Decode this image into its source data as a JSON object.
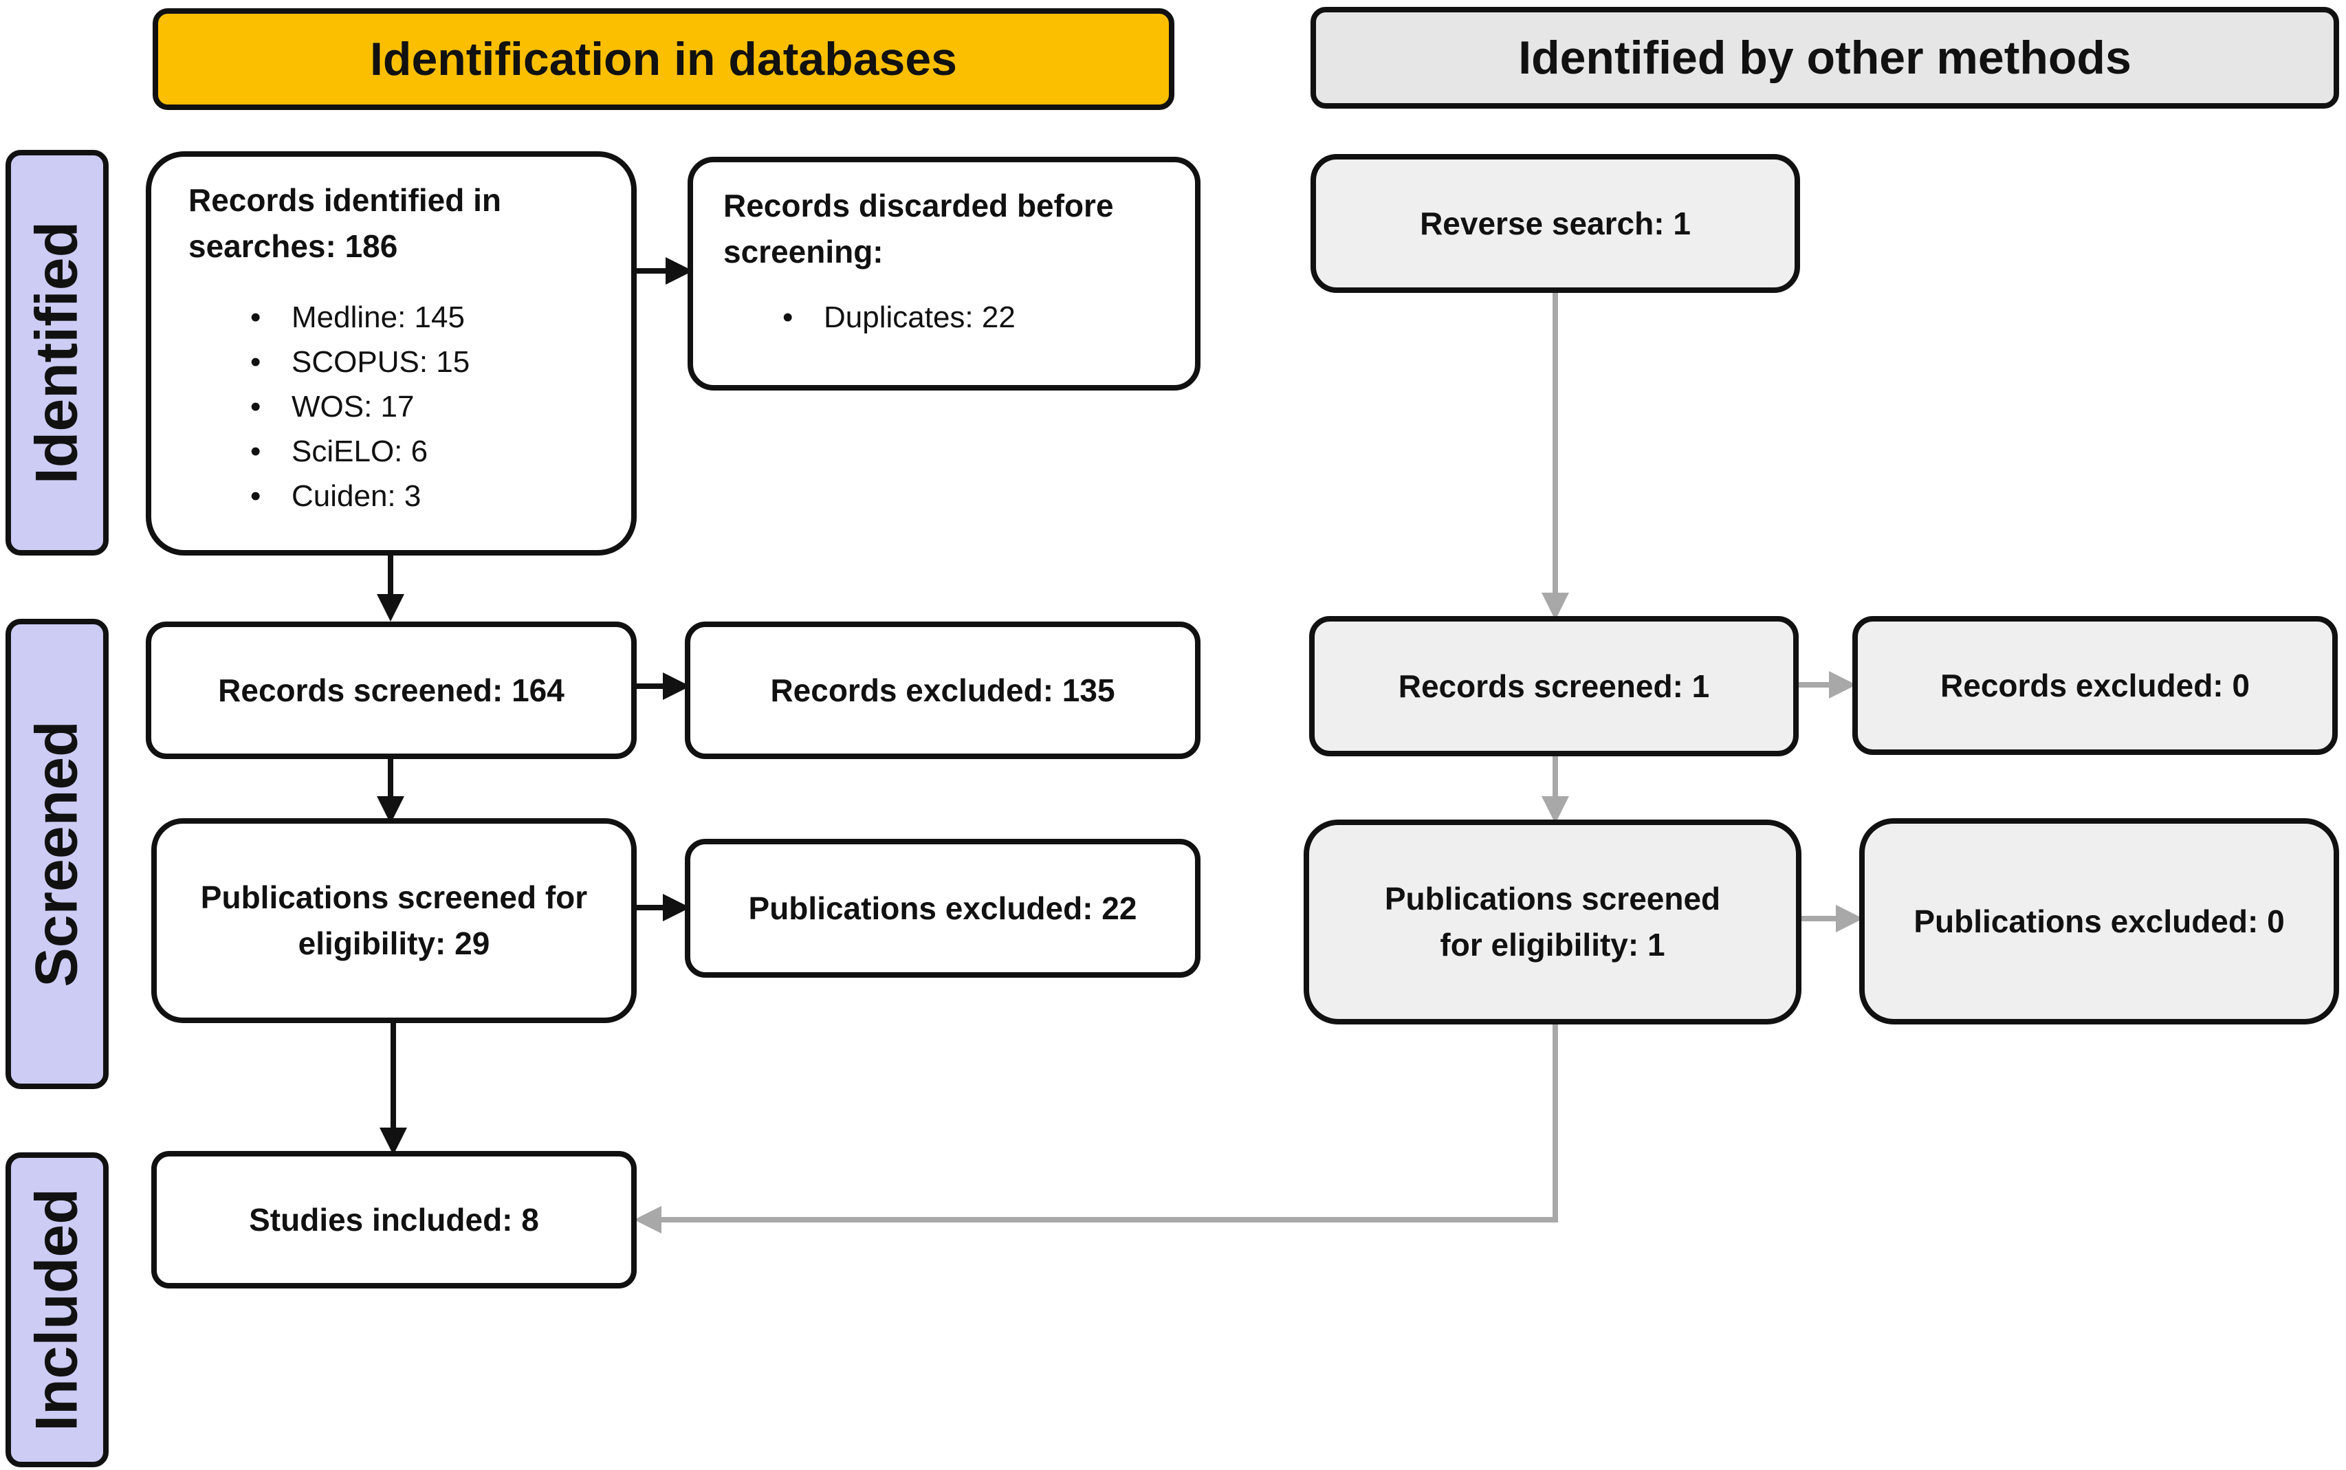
{
  "headers": {
    "databases": "Identification in databases",
    "other_methods": "Identified by other methods"
  },
  "stages": {
    "identified": "Identified",
    "screened": "Screened",
    "included": "Included"
  },
  "databases": {
    "records_identified_title": "Records identified in searches: 186",
    "sources": [
      "Medline: 145",
      "SCOPUS: 15",
      "WOS: 17",
      "SciELO: 6",
      "Cuiden: 3"
    ],
    "records_discarded_title": "Records discarded before screening:",
    "discarded_items": [
      "Duplicates: 22"
    ],
    "records_screened": "Records screened: 164",
    "records_excluded": "Records excluded: 135",
    "publications_screened": "Publications screened for eligibility: 29",
    "publications_excluded": "Publications excluded: 22",
    "studies_included": "Studies included: 8"
  },
  "other_methods": {
    "reverse_search": "Reverse search: 1",
    "records_screened": "Records screened: 1",
    "records_excluded": "Records excluded: 0",
    "publications_screened": "Publications screened for eligibility: 1",
    "publications_excluded": "Publications excluded: 0"
  },
  "colors": {
    "database_header": "#fcbf00",
    "other_header": "#e6e6e6",
    "stage_label": "#ccccf5",
    "other_box": "#efefef",
    "arrow_main": "#111111",
    "arrow_other": "#a8a8a8"
  }
}
